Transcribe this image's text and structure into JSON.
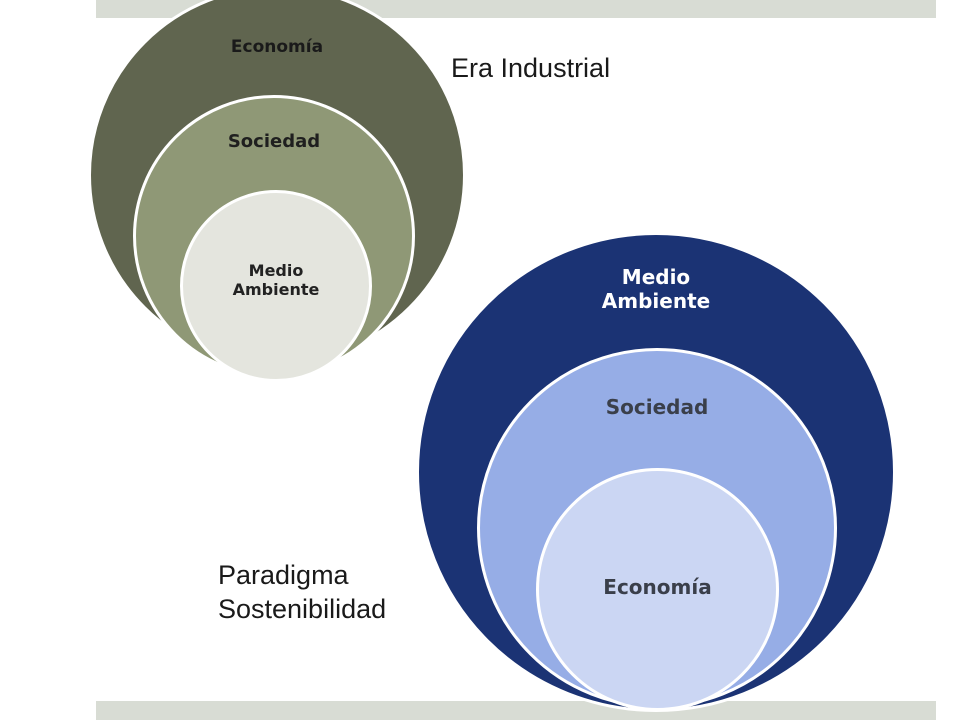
{
  "industrial": {
    "caption": "Era Industrial",
    "outer_label": "Economía",
    "middle_label": "Sociedad",
    "inner_label": "Medio\nAmbiente",
    "colors": {
      "outer": "#60654f",
      "middle": "#8f9876",
      "inner": "#e4e5de"
    }
  },
  "sustainability": {
    "caption": "Paradigma\nSostenibilidad",
    "outer_label": "Medio\nAmbiente",
    "middle_label": "Sociedad",
    "inner_label": "Economía",
    "colors": {
      "outer": "#1b3374",
      "middle": "#96ade6",
      "inner": "#cbd6f3"
    }
  }
}
